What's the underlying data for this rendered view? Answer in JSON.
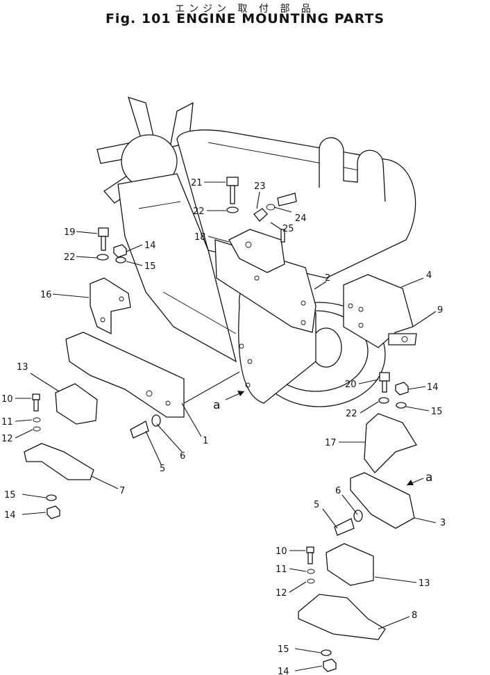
{
  "title": {
    "japanese": "エンジン 取 付 部 品",
    "english": "Fig. 101 ENGINE MOUNTING PARTS"
  },
  "callouts": [
    {
      "id": "c1",
      "text": "1"
    },
    {
      "id": "c2",
      "text": "2"
    },
    {
      "id": "c3",
      "text": "3"
    },
    {
      "id": "c4",
      "text": "4"
    },
    {
      "id": "c5a",
      "text": "5"
    },
    {
      "id": "c5b",
      "text": "5"
    },
    {
      "id": "c6a",
      "text": "6"
    },
    {
      "id": "c6b",
      "text": "6"
    },
    {
      "id": "c7",
      "text": "7"
    },
    {
      "id": "c8",
      "text": "8"
    },
    {
      "id": "c9",
      "text": "9"
    },
    {
      "id": "c10a",
      "text": "10"
    },
    {
      "id": "c10b",
      "text": "10"
    },
    {
      "id": "c11a",
      "text": "11"
    },
    {
      "id": "c11b",
      "text": "11"
    },
    {
      "id": "c12a",
      "text": "12"
    },
    {
      "id": "c12b",
      "text": "12"
    },
    {
      "id": "c13a",
      "text": "13"
    },
    {
      "id": "c13b",
      "text": "13"
    },
    {
      "id": "c14a",
      "text": "14"
    },
    {
      "id": "c14b",
      "text": "14"
    },
    {
      "id": "c14c",
      "text": "14"
    },
    {
      "id": "c14d",
      "text": "14"
    },
    {
      "id": "c15a",
      "text": "15"
    },
    {
      "id": "c15b",
      "text": "15"
    },
    {
      "id": "c15c",
      "text": "15"
    },
    {
      "id": "c15d",
      "text": "15"
    },
    {
      "id": "c16",
      "text": "16"
    },
    {
      "id": "c17",
      "text": "17"
    },
    {
      "id": "c18",
      "text": "18"
    },
    {
      "id": "c19",
      "text": "19"
    },
    {
      "id": "c20",
      "text": "20"
    },
    {
      "id": "c21",
      "text": "21"
    },
    {
      "id": "c22a",
      "text": "22"
    },
    {
      "id": "c22b",
      "text": "22"
    },
    {
      "id": "c22c",
      "text": "22"
    },
    {
      "id": "c23",
      "text": "23"
    },
    {
      "id": "c24",
      "text": "24"
    },
    {
      "id": "c25",
      "text": "25"
    }
  ],
  "view_markers": [
    {
      "id": "a1",
      "text": "a"
    },
    {
      "id": "a2",
      "text": "a"
    }
  ]
}
